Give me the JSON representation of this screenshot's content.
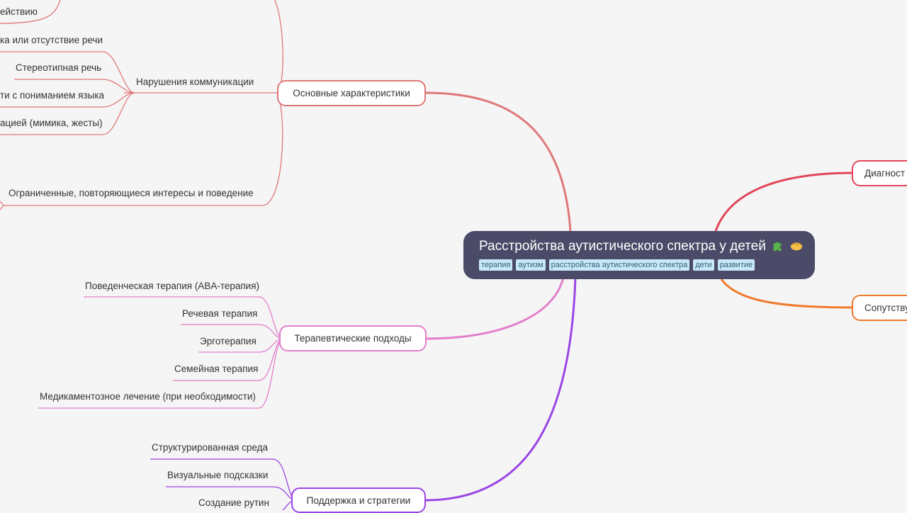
{
  "root": {
    "title": "Расстройства аутистического спектра у детей",
    "icons": [
      "puzzle-piece-icon",
      "handshake-icon"
    ],
    "tags": [
      "терапия",
      "аутизм",
      "расстройства аутистического спектра",
      "дети",
      "развитие"
    ]
  },
  "branches": {
    "main_characteristics": {
      "label": "Основные характеристики",
      "color": "#e07878",
      "items": {
        "partial_top": "ействию",
        "communication": {
          "label": "Нарушения коммуникации",
          "items": [
            "ка или отсутствие речи",
            "Стереотипная речь",
            "ти с пониманием языка",
            "ацией (мимика, жесты)"
          ]
        },
        "restricted": "Ограниченные, повторяющиеся интересы и поведение"
      }
    },
    "therapy": {
      "label": "Терапевтические подходы",
      "color": "#e27fcb",
      "items": [
        "Поведенческая терапия (ABA-терапия)",
        "Речевая терапия",
        "Эрготерапия",
        "Семейная терапия",
        "Медикаментозное лечение (при необходимости)"
      ]
    },
    "support": {
      "label": "Поддержка и стратегии",
      "color": "#9b45e4",
      "items": [
        "Структурированная среда",
        "Визуальные подсказки",
        "Создание рутин"
      ]
    },
    "diagnostics": {
      "label": "Диагност",
      "color": "#e2455a"
    },
    "comorbid": {
      "label": "Сопутству",
      "color": "#f07a2d"
    }
  }
}
